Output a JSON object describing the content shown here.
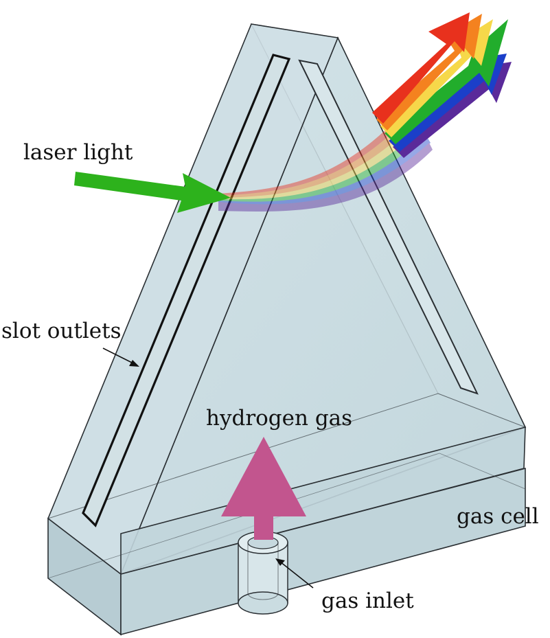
{
  "labels": {
    "laser_light": "laser light",
    "slot_outlets": "slot outlets",
    "hydrogen_gas": "hydrogen gas",
    "gas_cell": "gas cell",
    "gas_inlet": "gas inlet"
  },
  "colors": {
    "cell_fill": "#cbdde3",
    "cell_face_light": "#d7e6eb",
    "cell_face_dark": "#b9cdd4",
    "cell_edge": "#2a2f33",
    "laser": "#2db21c",
    "gas_arrow": "#c2558e",
    "spectrum": [
      "#e8311d",
      "#f4821f",
      "#f6d84a",
      "#22ad2c",
      "#1b3fc9",
      "#5a2a9a"
    ]
  }
}
